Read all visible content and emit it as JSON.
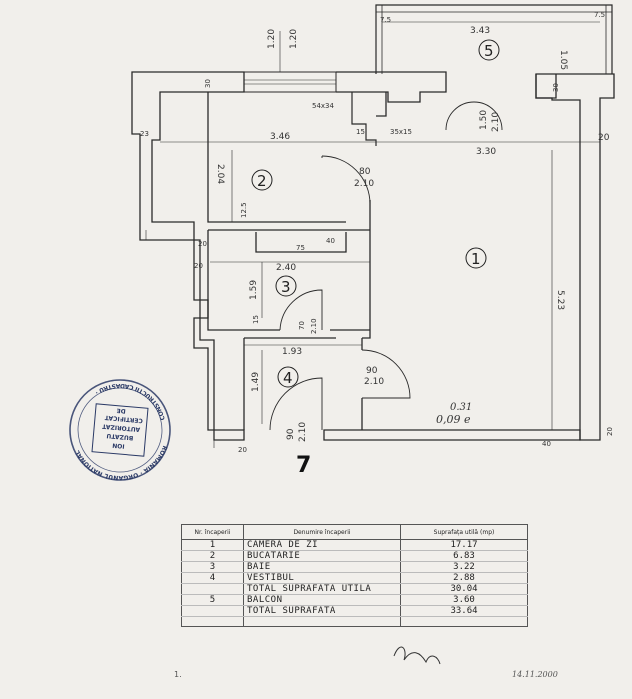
{
  "rooms": [
    {
      "num": "1"
    },
    {
      "num": "2"
    },
    {
      "num": "3"
    },
    {
      "num": "4"
    },
    {
      "num": "5"
    }
  ],
  "dimensions": {
    "balcony_width": "3.43",
    "balcony_depth": "1.05",
    "balcony_corner_left": "7.5",
    "balcony_corner_right": "7.5",
    "window_120_a": "1.20",
    "window_120_b": "1.20",
    "wall_30_top": "30",
    "wall_30_right": "30",
    "col_54x34": "54x34",
    "col_35x15": "35x15",
    "wall_15": "15",
    "wall_23": "23",
    "kitchen_width": "3.46",
    "living_width": "3.30",
    "wall_20_right": "20",
    "door_80": "80",
    "door_80_h": "2.10",
    "kitchen_depth": "2.04",
    "balcony_door_w": "1.50",
    "balcony_door_h": "2.10",
    "wall_12_5": "12.5",
    "wall_20_a": "20",
    "wall_20_b": "20",
    "bath_75": "75",
    "bath_40": "40",
    "bath_width": "2.40",
    "bath_depth": "1.59",
    "bath_door_w": "70",
    "bath_door_h": "2.10",
    "wall_15_bath": "15",
    "living_depth": "5.23",
    "hall_width": "1.93",
    "hall_depth": "1.49",
    "hall_door_w": "90",
    "hall_door_h": "2.10",
    "entry_door_w": "90",
    "entry_door_h": "2.10",
    "wall_20_bottom": "20",
    "wall_40_bottom": "40",
    "wall_20_br": "20",
    "pencil_note": "0.31",
    "pencil_note2": "0,09 e"
  },
  "entrance_mark": "7",
  "stamp": {
    "top_arc": "ROMANIA · ORGANUL NATIONAL",
    "bottom_arc": "CONSTRUCTII CADASTRU ·",
    "line1": "ION",
    "line2": "BUZATU",
    "line3": "AUTORIZAT",
    "line4": "CERTIFICAT",
    "line5": "DE"
  },
  "table": {
    "headers": [
      "Nr. încaperii",
      "Denumire încaperii",
      "Suprafața utilă (mp)"
    ],
    "rows": [
      {
        "nr": "1",
        "name": "Camera de zi",
        "area": "17.17"
      },
      {
        "nr": "2",
        "name": "Bucatarie",
        "area": "6.83"
      },
      {
        "nr": "3",
        "name": "Baie",
        "area": "3.22"
      },
      {
        "nr": "4",
        "name": "Vestibul",
        "area": "2.88"
      },
      {
        "nr": "",
        "name": "Total suprafata utila",
        "area": "30.04"
      },
      {
        "nr": "5",
        "name": "Balcon",
        "area": "3.60"
      },
      {
        "nr": "",
        "name": "Total suprafata",
        "area": "33.64"
      }
    ]
  },
  "footer": {
    "left_mark": "1.",
    "date": "14.11.2000"
  }
}
